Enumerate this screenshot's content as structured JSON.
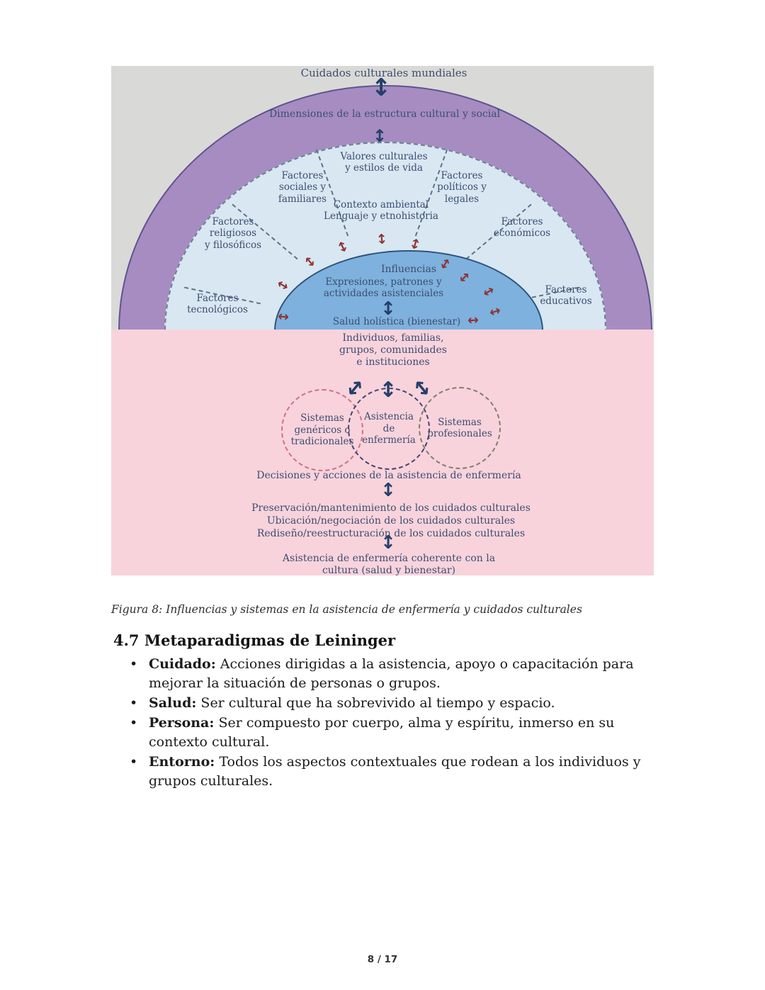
{
  "figure": {
    "caption": "Figura 8: Influencias y sistemas en la asistencia de enfermería y cuidados culturales",
    "outer": {
      "world_care": "Cuidados culturales mundiales",
      "dimensions": "Dimensiones de la estructura cultural y social"
    },
    "sectors": {
      "valores": "Valores culturales\ny estilos de vida",
      "contexto": "Contexto ambiental\nLenguaje y etnohistoria",
      "sociales": "Factores\nsociales y\nfamiliares",
      "politicos": "Factores\npolíticos y\nlegales",
      "religiosos": "Factores\nreligiosos\ny filosóficos",
      "economicos": "Factores\neconómicos",
      "tecnologicos": "Factores\ntecnológicos",
      "educativos": "Factores\neducativos"
    },
    "core": {
      "influencias": "Influencias",
      "expresiones": "Expresiones, patrones y\nactividades asistenciales",
      "salud_holistica": "Salud holística (bienestar)"
    },
    "lower": {
      "individuos": "Individuos, familias,\ngrupos, comunidades\ne instituciones",
      "circle_left": "Sistemas\ngenéricos o\ntradicionales",
      "circle_center": "Asistencia\nde\nenfermería",
      "circle_right": "Sistemas\nprofesionales",
      "decisiones": "Decisiones y acciones de la asistencia de enfermería",
      "modes": "Preservación/mantenimiento de los cuidados culturales\nUbicación/negociación de los cuidados culturales\nRediseño/reestructuración de los cuidados culturales",
      "coherente": "Asistencia de enfermería coherente con la\ncultura (salud y bienestar)"
    },
    "colors": {
      "background_top": "#d9dad7",
      "background_bottom": "#f8d3dc",
      "outer_ellipse": "#a68cc1",
      "inner_ring": "#d8e7f2",
      "core": "#7eb1dd",
      "arrow_red": "#8e3434",
      "arrow_navy": "#24406b",
      "label_text": "#3d4e70",
      "circle_left_border": "#cf7288",
      "circle_center_border": "#474672",
      "circle_right_border": "#7f806b"
    }
  },
  "section": {
    "heading": "4.7 Metaparadigmas de Leininger",
    "bullets": [
      {
        "term": "Cuidado:",
        "text": "Acciones dirigidas a la asistencia, apoyo o capacitación para mejorar la situación de personas o grupos."
      },
      {
        "term": "Salud:",
        "text": "Ser cultural que ha sobrevivido al tiempo y espacio."
      },
      {
        "term": "Persona:",
        "text": "Ser compuesto por cuerpo, alma y espíritu, inmerso en su contexto cultural."
      },
      {
        "term": "Entorno:",
        "text": "Todos los aspectos contextuales que rodean a los individuos y grupos culturales."
      }
    ]
  },
  "page_number": "8 / 17"
}
